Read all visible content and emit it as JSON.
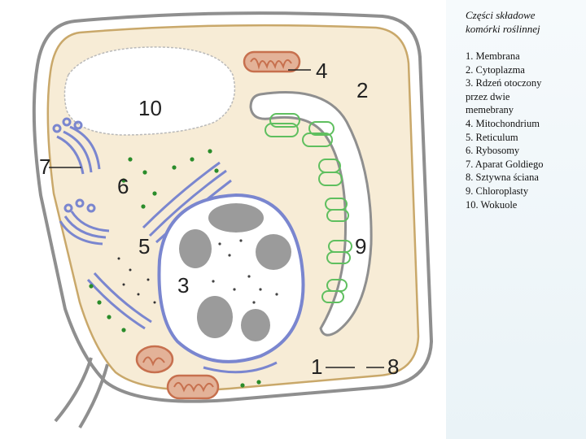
{
  "title_line1": "Części składowe",
  "title_line2": "komórki roślinnej",
  "legend": [
    "1. Membrana",
    "2. Cytoplazma",
    "3. Rdzeń otoczony",
    "przez dwie",
    "memebrany",
    "4. Mitochondrium",
    "5. Reticulum",
    "6. Rybosomy",
    "7. Aparat Goldiego",
    "8. Sztywna ściana",
    "9. Chloroplasty",
    "10. Wokuole"
  ],
  "labels": [
    "1",
    "2",
    "3",
    "4",
    "5",
    "6",
    "7",
    "8",
    "9",
    "10"
  ],
  "colors": {
    "wall": "#8f8f8f",
    "membrane_fill": "#f7ecd6",
    "chloroplast": "#5fbf5f",
    "reticulum": "#7a86cf",
    "mitochondrion": "#c7704e",
    "ribosome": "#2a8c2a",
    "chromatin": "#7c7c7c"
  }
}
